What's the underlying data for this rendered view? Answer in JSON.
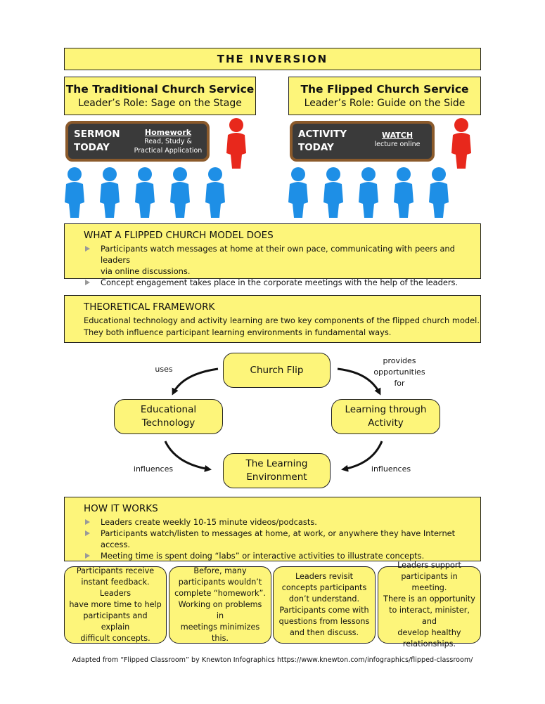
{
  "title": "THE INVERSION",
  "services": {
    "traditional": {
      "heading": "The Traditional Church Service",
      "role": "Leader’s Role:  Sage on the Stage"
    },
    "flipped": {
      "heading": "The Flipped Church Service",
      "role": "Leader’s Role:  Guide on the Side"
    }
  },
  "boards": {
    "traditional": {
      "line1": "SERMON",
      "line2": "TODAY",
      "sub_title": "Homework",
      "sub_line1": "Read, Study &",
      "sub_line2": "Practical Application"
    },
    "flipped": {
      "line1": "ACTIVITY",
      "line2": "TODAY",
      "sub_title": "WATCH",
      "sub_line1": "lecture online"
    }
  },
  "colors": {
    "panel": "#fdf57a",
    "leader": "#e8281c",
    "participant": "#1e8fe6",
    "board": "#3a3a3a",
    "board_frame": "#8b5a2b"
  },
  "what_section": {
    "heading": "WHAT A FLIPPED CHURCH MODEL DOES",
    "bullets": [
      "Participants watch messages at home at their own pace, communicating with peers and leaders",
      "via online discussions.",
      "Concept engagement takes place in the corporate meetings with the help of the leaders."
    ]
  },
  "theory_section": {
    "heading": "THEORETICAL FRAMEWORK",
    "line1": "Educational technology and activity learning are two key components of the flipped church model.",
    "line2": "They both influence participant learning environments in fundamental ways."
  },
  "diagram": {
    "nodes": {
      "church_flip": "Church Flip",
      "edu_tech": "Educational\nTechnology",
      "learning_activity": "Learning through\nActivity",
      "environment": "The Learning\nEnvironment"
    },
    "edges": {
      "uses": "uses",
      "provides": "provides\nopportunities\nfor",
      "influences_left": "influences",
      "influences_right": "influences"
    }
  },
  "how_section": {
    "heading": "HOW IT WORKS",
    "bullets": [
      "Leaders create weekly 10-15 minute videos/podcasts.",
      "Participants watch/listen to messages at home, at work, or anywhere they have Internet access.",
      "Meeting time is spent doing “labs” or interactive activities to illustrate concepts."
    ]
  },
  "cards": [
    "Participants receive\ninstant feedback. Leaders\nhave more time to help\nparticipants and explain\ndifficult concepts.",
    "Before, many\nparticipants wouldn’t\ncomplete “homework”.\nWorking on problems in\nmeetings minimizes this.",
    "Leaders revisit\nconcepts participants\ndon’t understand.\nParticipants come with\nquestions from lessons\nand then discuss.",
    "Leaders support\nparticipants in meeting.\nThere is an opportunity\nto interact, minister, and\ndevelop healthy\nrelationships."
  ],
  "credit": "Adapted from “Flipped Classroom” by Knewton Infographics https://www.knewton.com/infographics/flipped-classroom/"
}
